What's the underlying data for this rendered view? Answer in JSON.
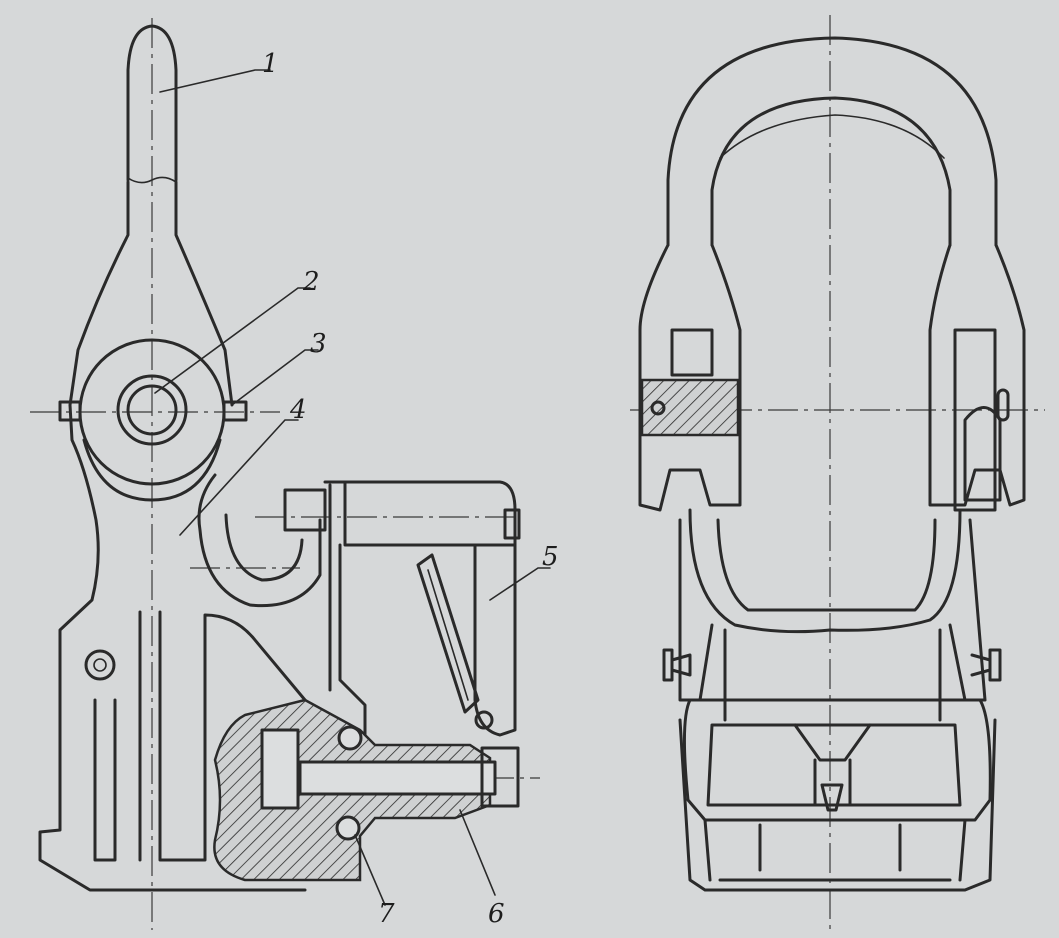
{
  "callouts": [
    {
      "id": "1",
      "label": "1"
    },
    {
      "id": "2",
      "label": "2"
    },
    {
      "id": "3",
      "label": "3"
    },
    {
      "id": "4",
      "label": "4"
    },
    {
      "id": "5",
      "label": "5"
    },
    {
      "id": "6",
      "label": "6"
    },
    {
      "id": "7",
      "label": "7"
    }
  ],
  "views": [
    "side-section-view",
    "front-view"
  ],
  "colors": {
    "background": "#d6d8d9",
    "line": "#2a2a2a"
  }
}
